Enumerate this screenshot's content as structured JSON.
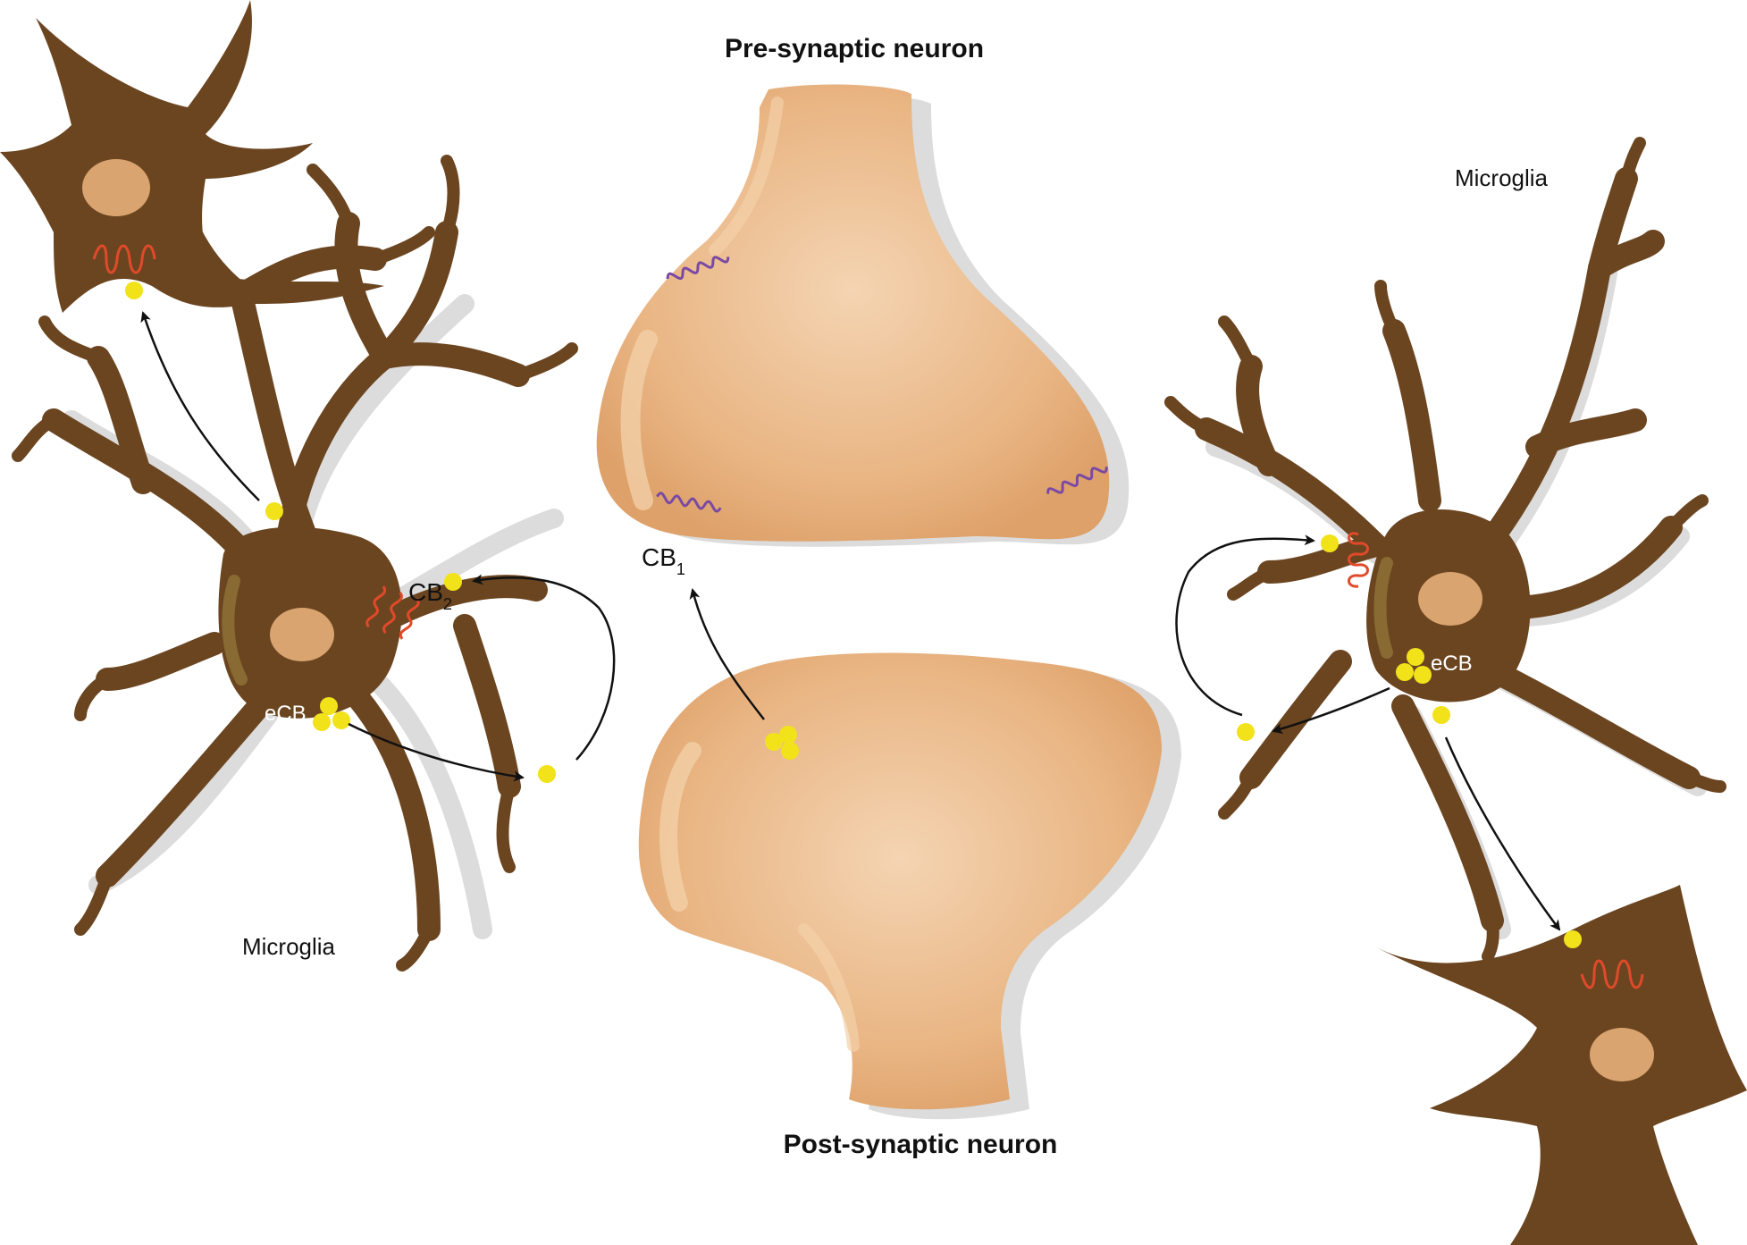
{
  "labels": {
    "pre_synaptic": "Pre-synaptic neuron",
    "post_synaptic": "Post-synaptic neuron",
    "microglia_left": "Microglia",
    "microglia_right": "Microglia",
    "cb1": "CB",
    "cb1_sub": "1",
    "cb2": "CB",
    "cb2_sub": "2",
    "ecb_left": "eCB",
    "ecb_right": "eCB"
  },
  "colors": {
    "microglia": "#6b4520",
    "microglia_shadow": "#dcdcdc",
    "nucleus": "#d9a46f",
    "neuron": "#e8b27c",
    "neuron_highlight": "#f3d0a8",
    "ecb": "#f2e21a",
    "cb2_receptor": "#e04a2a",
    "cb1_receptor": "#7a4aa3",
    "arrow": "#111111"
  }
}
